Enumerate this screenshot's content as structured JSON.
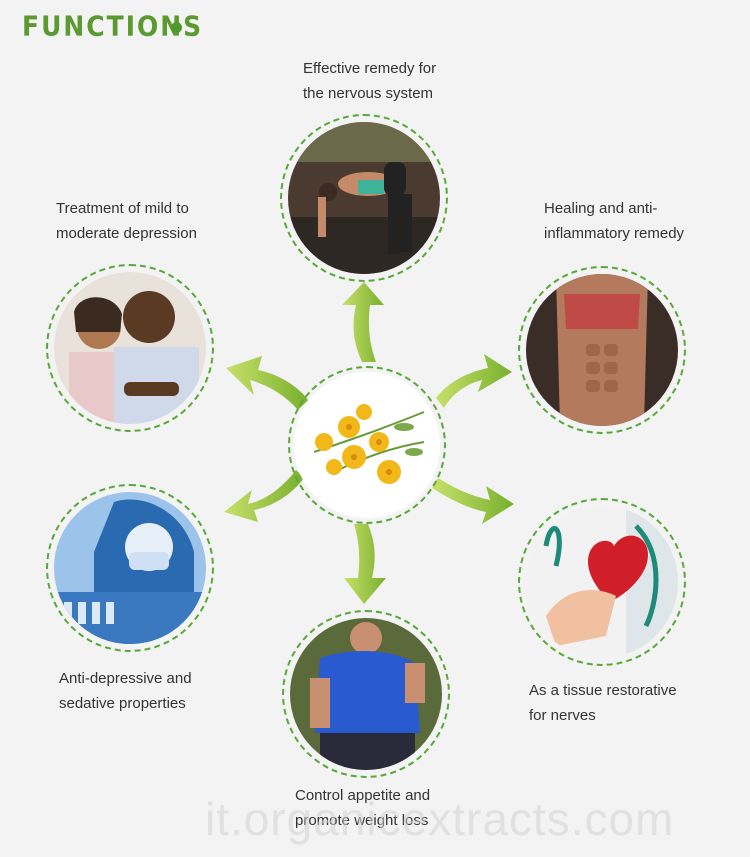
{
  "header": {
    "title": "FUNCTIONS"
  },
  "functions": [
    {
      "line1": "Effective remedy for",
      "line2": "the nervous system"
    },
    {
      "line1": "Treatment of mild to",
      "line2": "moderate depression"
    },
    {
      "line1": "Healing and anti-",
      "line2": "inflammatory remedy"
    },
    {
      "line1": "Anti-depressive and",
      "line2": "sedative properties"
    },
    {
      "line1": "As a tissue restorative",
      "line2": "for nerves"
    },
    {
      "line1": "Control appetite and",
      "line2": "promote weight loss"
    }
  ],
  "watermark": "it.organicextracts.com",
  "colors": {
    "accent": "#5a9a2e",
    "ring": "#58a83a",
    "arrow": "#8fc43a"
  }
}
